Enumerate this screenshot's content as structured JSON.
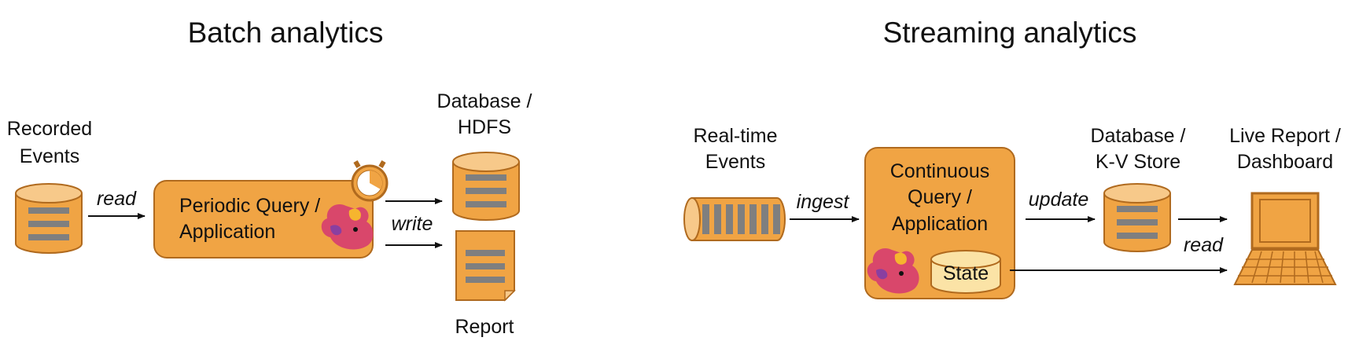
{
  "batch": {
    "title": "Batch analytics",
    "source_label_line1": "Recorded",
    "source_label_line2": "Events",
    "read_label": "read",
    "query_line1": "Periodic Query /",
    "query_line2": "Application",
    "write_label": "write",
    "db_line1": "Database /",
    "db_line2": "HDFS",
    "report_label": "Report"
  },
  "streaming": {
    "title": "Streaming analytics",
    "source_label_line1": "Real-time",
    "source_label_line2": "Events",
    "ingest_label": "ingest",
    "query_line1": "Continuous",
    "query_line2": "Query /",
    "query_line3": "Application",
    "state_label": "State",
    "update_label": "update",
    "db_line1": "Database /",
    "db_line2": "K-V Store",
    "read_label": "read",
    "dashboard_line1": "Live Report /",
    "dashboard_line2": "Dashboard"
  },
  "colors": {
    "orange": "#F0A444",
    "orange_dark": "#B06A1E",
    "light_orange": "#F7C98A",
    "state_fill": "#FBE3A6",
    "stripe": "#7F7F7F"
  },
  "icons": [
    "database-icon",
    "timer-icon",
    "squirrel-logo-icon",
    "report-icon",
    "event-log-icon",
    "laptop-icon",
    "arrow-icon"
  ]
}
